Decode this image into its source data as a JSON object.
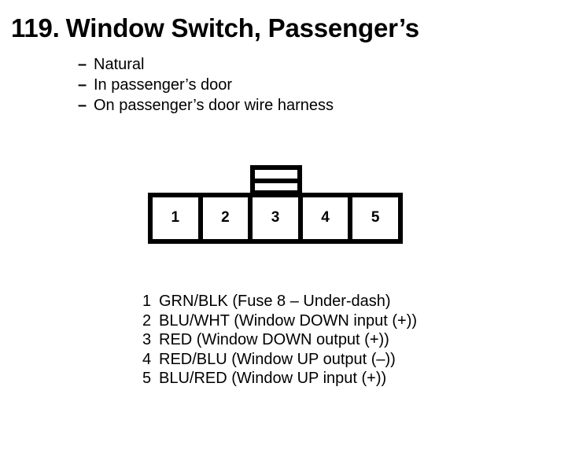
{
  "page": {
    "background_color": "#ffffff",
    "text_color": "#000000"
  },
  "title": {
    "number": "119.",
    "text": "Window Switch, Passenger’s",
    "full": "119. Window Switch, Passenger’s"
  },
  "attributes": {
    "dash": "–",
    "items": [
      {
        "label": "Natural"
      },
      {
        "label": "In passenger’s door"
      },
      {
        "label": "On passenger’s door wire harness"
      }
    ]
  },
  "connector": {
    "name": "5-pin connector",
    "latch_icon": "connector-latch-tab",
    "pin_count": 5,
    "pins": [
      {
        "number": "1"
      },
      {
        "number": "2"
      },
      {
        "number": "3"
      },
      {
        "number": "4"
      },
      {
        "number": "5"
      }
    ]
  },
  "pin_legend": {
    "rows": [
      {
        "number": "1",
        "description": "GRN/BLK (Fuse 8 – Under-dash)"
      },
      {
        "number": "2",
        "description": "BLU/WHT (Window DOWN input (+))"
      },
      {
        "number": "3",
        "description": "RED (Window DOWN output (+))"
      },
      {
        "number": "4",
        "description": "RED/BLU (Window UP output (–))"
      },
      {
        "number": "5",
        "description": "BLU/RED (Window UP input (+))"
      }
    ]
  }
}
